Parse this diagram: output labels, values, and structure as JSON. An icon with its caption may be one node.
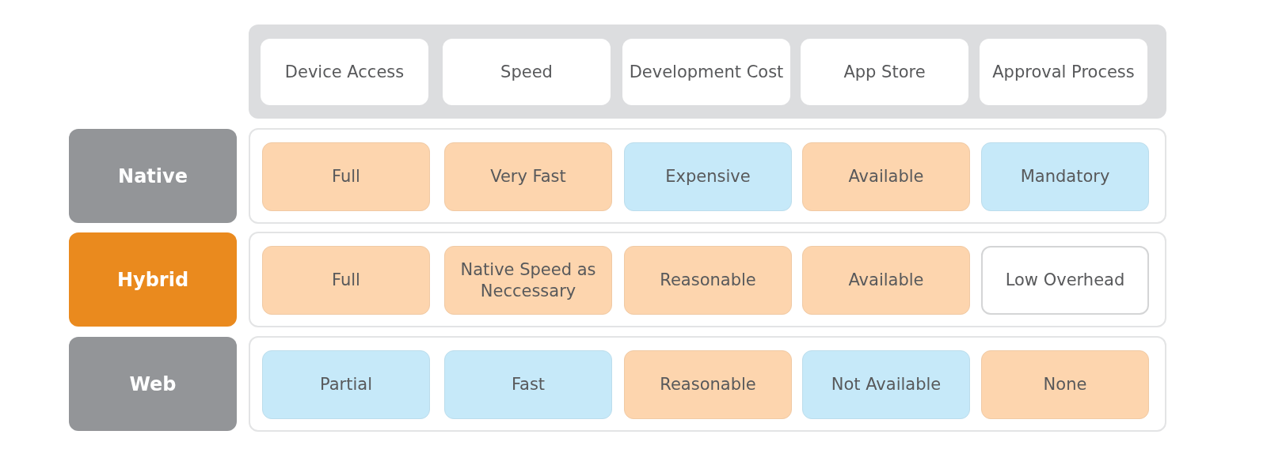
{
  "diagram": {
    "nodes": [
      {
        "text": [],
        "shape": "box"
      },
      {
        "text": [
          "Device Access"
        ],
        "in": 0
      },
      {
        "text": [
          "Speed"
        ],
        "in": 0
      },
      {
        "text": [
          "Development Cost"
        ],
        "in": 0
      },
      {
        "text": [
          "App Store"
        ],
        "in": 0
      },
      {
        "text": [
          "Approval Process"
        ],
        "in": 0
      },
      {
        "text": [
          "Native"
        ]
      },
      {
        "text": [],
        "shape": "box"
      },
      {
        "text": [
          "Full"
        ],
        "in": 7
      },
      {
        "text": [
          "Very Fast"
        ],
        "in": 7
      },
      {
        "text": [
          "Expensive"
        ],
        "in": 7
      },
      {
        "text": [
          "Available"
        ],
        "in": 7
      },
      {
        "text": [
          "Mandatory"
        ],
        "in": 7
      },
      {
        "text": [
          "Hybrid"
        ]
      },
      {
        "text": [],
        "shape": "box"
      },
      {
        "text": [
          "Full"
        ],
        "in": 14
      },
      {
        "text": [
          "Native Speed as Neccessary"
        ],
        "in": 14
      },
      {
        "text": [
          "Reasonable"
        ],
        "in": 14
      },
      {
        "text": [
          "Available"
        ],
        "in": 14
      },
      {
        "text": [
          "Low Overhead"
        ],
        "in": 14
      },
      {
        "text": [
          "Web"
        ]
      },
      {
        "text": [],
        "shape": "box"
      },
      {
        "text": [
          "Partial"
        ],
        "in": 21
      },
      {
        "text": [
          "Fast"
        ],
        "in": 21
      },
      {
        "text": [
          "Reasonable"
        ],
        "in": 21
      },
      {
        "text": [
          "Not Available"
        ],
        "in": 21
      },
      {
        "text": [
          "None"
        ],
        "in": 21
      }
    ]
  }
}
